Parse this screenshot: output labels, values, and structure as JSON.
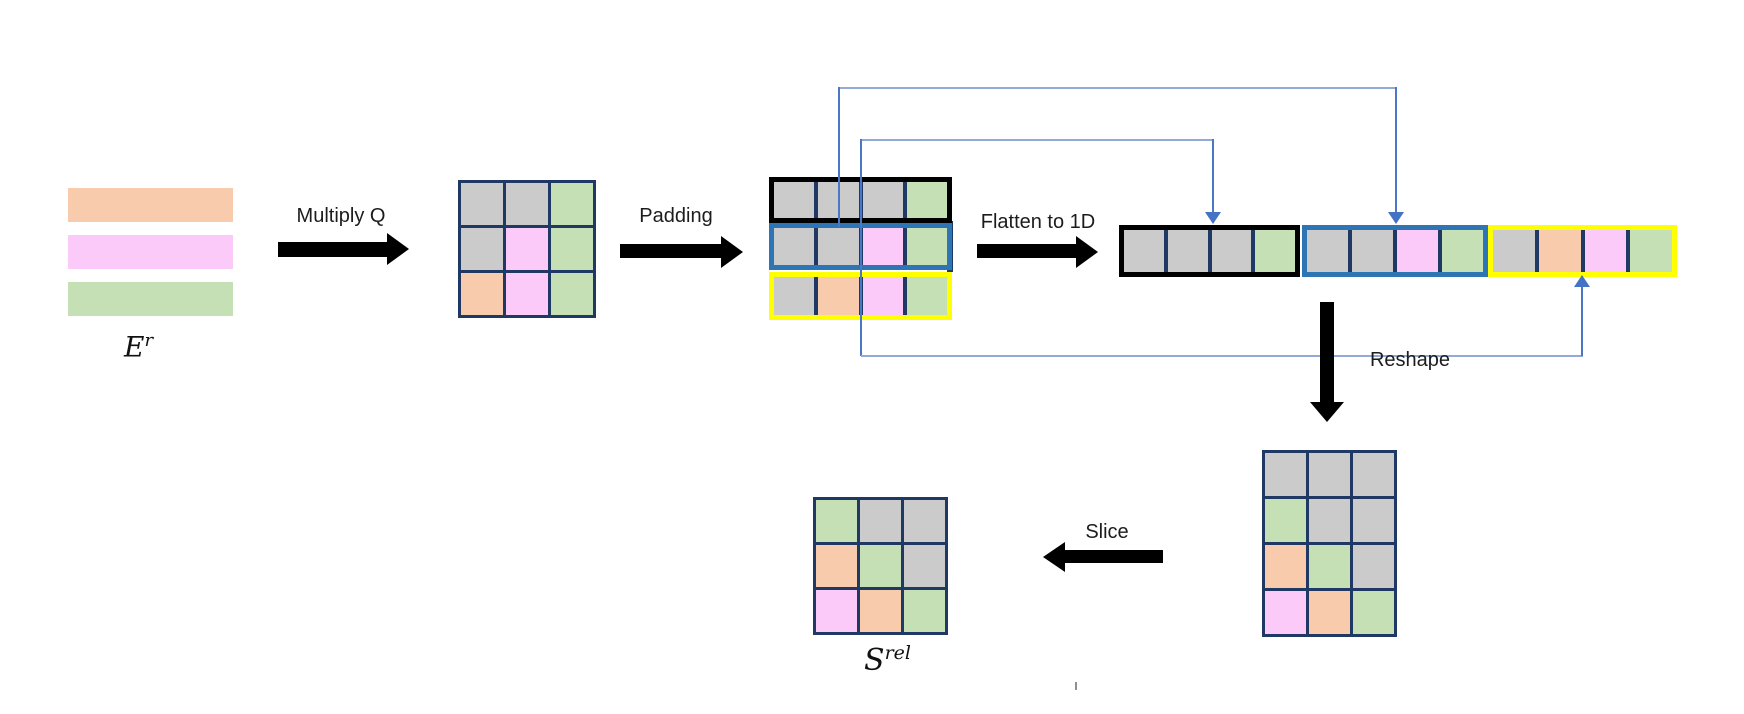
{
  "palette": {
    "gray": "#CBCBCB",
    "green": "#C5E0B4",
    "pink": "#FBCAF8",
    "orange": "#F8CBAD",
    "black": "#000000",
    "blue": "#2E75B6",
    "yellow": "#FFFF00",
    "navy_grid_line": "#203864",
    "connector_line": "#93A9D8",
    "connector_vertical": "#4C77C5",
    "arrow_color": "#000000"
  },
  "labels": {
    "multiply": "Multiply Q",
    "padding": "Padding",
    "flatten": "Flatten to 1D",
    "reshape": "Reshape",
    "slice": "Slice",
    "e_base": "E",
    "e_sup": "r",
    "s_base": "S",
    "s_sup": "rel"
  },
  "relative_embedding_bars": [
    "orange",
    "pink",
    "green"
  ],
  "grids": {
    "after_multiply": {
      "rows": [
        [
          "gray",
          "gray",
          "green"
        ],
        [
          "gray",
          "pink",
          "green"
        ],
        [
          "orange",
          "pink",
          "green"
        ]
      ]
    },
    "padded": {
      "row_outlines": [
        "black",
        "blue",
        "yellow"
      ],
      "rows": [
        [
          "gray",
          "gray",
          "gray",
          "green"
        ],
        [
          "gray",
          "gray",
          "pink",
          "green"
        ],
        [
          "gray",
          "orange",
          "pink",
          "green"
        ]
      ]
    },
    "flattened": {
      "segments": [
        {
          "outline": "black",
          "cells": [
            "gray",
            "gray",
            "gray",
            "green"
          ]
        },
        {
          "outline": "blue",
          "cells": [
            "gray",
            "gray",
            "pink",
            "green"
          ]
        },
        {
          "outline": "yellow",
          "cells": [
            "gray",
            "orange",
            "pink",
            "green"
          ]
        }
      ]
    },
    "reshaped": {
      "rows": [
        [
          "gray",
          "gray",
          "gray"
        ],
        [
          "green",
          "gray",
          "gray"
        ],
        [
          "orange",
          "green",
          "gray"
        ],
        [
          "pink",
          "orange",
          "green"
        ]
      ]
    },
    "sliced": {
      "rows": [
        [
          "green",
          "gray",
          "gray"
        ],
        [
          "orange",
          "green",
          "gray"
        ],
        [
          "pink",
          "orange",
          "green"
        ]
      ]
    }
  }
}
